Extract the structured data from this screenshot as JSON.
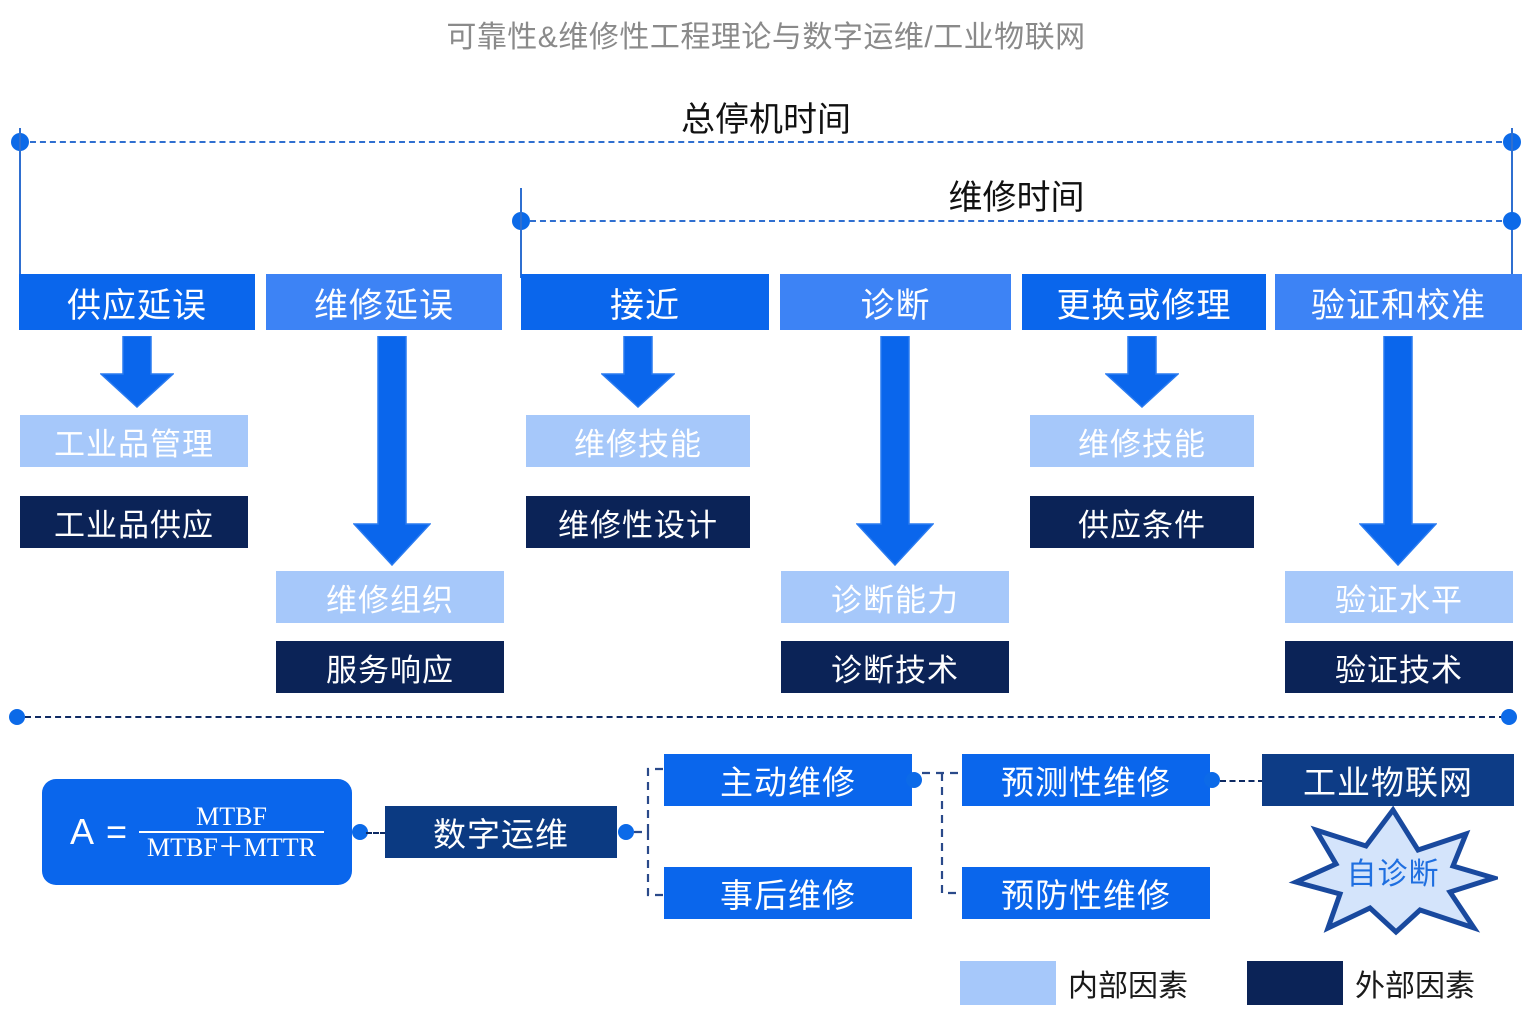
{
  "title": "可靠性&维修性工程理论与数字运维/工业物联网",
  "brackets": {
    "total_downtime": "总停机时间",
    "repair_time": "维修时间"
  },
  "stages": [
    {
      "label": "供应延误",
      "shade": "b1"
    },
    {
      "label": "维修延误",
      "shade": "b2"
    },
    {
      "label": "接近",
      "shade": "b1"
    },
    {
      "label": "诊断",
      "shade": "b2"
    },
    {
      "label": "更换或修理",
      "shade": "b1"
    },
    {
      "label": "验证和校准",
      "shade": "b2"
    }
  ],
  "factors": {
    "supply_delay": {
      "inner": "工业品管理",
      "outer": "工业品供应"
    },
    "repair_delay": {
      "inner": "维修组织",
      "outer": "服务响应"
    },
    "access": {
      "inner": "维修技能",
      "outer": "维修性设计"
    },
    "diagnosis": {
      "inner": "诊断能力",
      "outer": "诊断技术"
    },
    "replace_repair": {
      "inner": "维修技能",
      "outer": "供应条件"
    },
    "verify_calibrate": {
      "inner": "验证水平",
      "outer": "验证技术"
    }
  },
  "formula": {
    "lhs": "A",
    "equals": "=",
    "numerator": "MTBF",
    "denominator": "MTBF＋MTTR"
  },
  "bottom_flow": {
    "root": "数字运维",
    "branch_a": "主动维修",
    "branch_b": "事后维修",
    "leaf_a": "预测性维修",
    "leaf_b": "预防性维修",
    "iiot": "工业物联网",
    "star": "自诊断"
  },
  "legend": [
    {
      "label": "内部因素",
      "swatch": "inner",
      "color": "#a6c8fa"
    },
    {
      "label": "外部因素",
      "swatch": "outer",
      "color": "#0b2357"
    }
  ],
  "colors": {
    "blue_primary": "#0a66ec",
    "blue_light_box": "#3d83f5",
    "inner_factor": "#a6c8fa",
    "outer_factor": "#0b2357",
    "navy_node": "#0b3a82",
    "bracket_line": "#2f6fd0",
    "title_gray": "#8a8a8a"
  }
}
